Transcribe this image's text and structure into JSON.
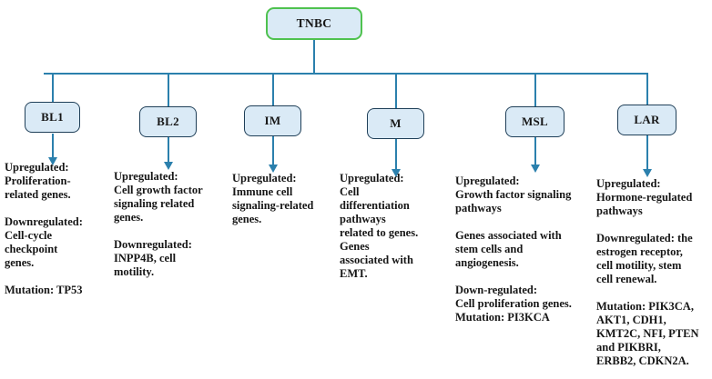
{
  "colors": {
    "line": "#2b80ad",
    "box_fill": "#daeaf6",
    "root_border": "#4fc24f",
    "node_border": "#1f3f58",
    "text": "#161616"
  },
  "root": {
    "label": "TNBC"
  },
  "nodes": [
    {
      "label": "BL1",
      "description": "Upregulated:\nProliferation-\nrelated genes.\n\nDownregulated:\nCell-cycle\ncheckpoint\ngenes.\n\nMutation: TP53"
    },
    {
      "label": "BL2",
      "description": "Upregulated:\nCell growth factor\nsignaling related\ngenes.\n\nDownregulated:\nINPP4B, cell\nmotility."
    },
    {
      "label": "IM",
      "description": "Upregulated:\nImmune cell\nsignaling-related\ngenes."
    },
    {
      "label": "M",
      "description": "Upregulated:\nCell\ndifferentiation\npathways\nrelated to genes.\nGenes\nassociated with\nEMT."
    },
    {
      "label": "MSL",
      "description": "Upregulated:\nGrowth factor signaling\npathways\n\nGenes associated with\nstem cells and\nangiogenesis.\n\nDown-regulated:\nCell proliferation genes.\nMutation: PI3KCA"
    },
    {
      "label": "LAR",
      "description": "Upregulated:\nHormone-regulated\npathways\n\nDownregulated: the\nestrogen receptor,\ncell motility, stem\ncell renewal.\n\nMutation: PIK3CA,\nAKT1, CDH1,\nKMT2C, NFI, PTEN\nand PIKBRI,\nERBB2, CDKN2A."
    }
  ]
}
